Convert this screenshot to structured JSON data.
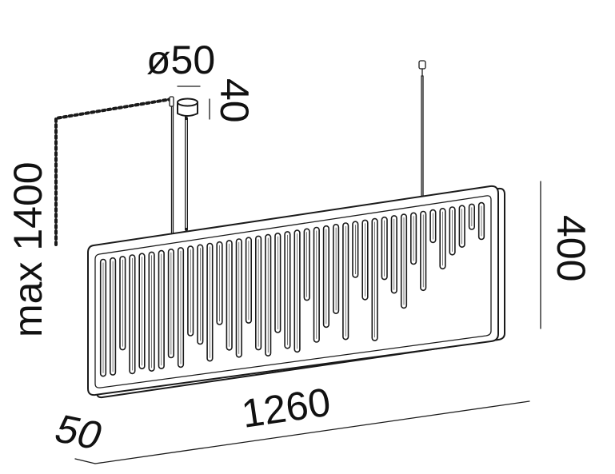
{
  "dimensions": {
    "diameter": "ø50",
    "canopy_height": "40",
    "max_suspension": "max 1400",
    "height": "400",
    "length": "1260",
    "depth": "50"
  },
  "colors": {
    "line": "#1a1a1a",
    "background": "#ffffff"
  },
  "rod_bottom_levels": [
    0.98,
    0.98,
    0.78,
    0.99,
    0.96,
    0.99,
    0.98,
    0.9,
    0.99,
    0.74,
    0.82,
    0.97,
    0.68,
    0.9,
    0.97,
    0.7,
    0.93,
    0.99,
    0.81,
    0.95,
    0.99,
    0.58,
    0.93,
    0.82,
    0.72,
    0.94,
    0.45,
    0.64,
    0.98,
    0.5,
    0.62,
    0.75,
    0.41,
    0.63,
    0.26,
    0.48,
    0.38,
    0.33,
    0.2,
    0.29
  ]
}
